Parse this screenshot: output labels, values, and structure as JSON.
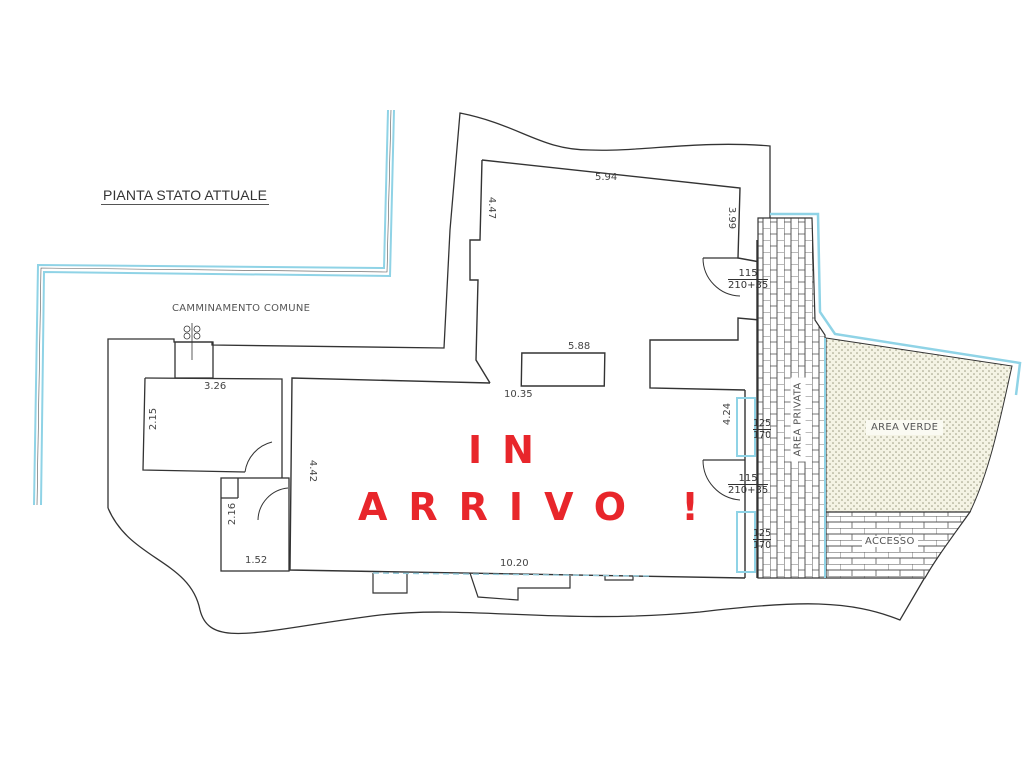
{
  "plan": {
    "title": "PIANTA STATO ATTUALE",
    "passage_label": "CAMMINAMENTO COMUNE",
    "overlay_text": {
      "line1": "IN",
      "line2": "ARRIVO !",
      "color": "#e8262b"
    },
    "dimensions": {
      "upper_room_top": "5.94",
      "upper_room_left": "4.47",
      "upper_room_right": "3.99",
      "island": "5.88",
      "main_room_top": "10.35",
      "main_room_bottom": "10.20",
      "main_room_left": "4.42",
      "main_room_right": "4.24",
      "left_room_top": "3.26",
      "left_room_side": "2.15",
      "bath_side": "2.16",
      "bath_bottom": "1.52"
    },
    "openings": [
      {
        "width": "115",
        "height": "210+35"
      },
      {
        "width": "125",
        "height": "170"
      },
      {
        "width": "115",
        "height": "210+35"
      },
      {
        "width": "125",
        "height": "170"
      }
    ],
    "areas": {
      "private": "AREA PRIVATA",
      "green": "AREA VERDE",
      "access": "ACCESSO"
    },
    "colors": {
      "wall": "#333333",
      "boundary": "#8fd3e6",
      "green_fill": "#f3f2e2",
      "brick": "#444444"
    }
  }
}
